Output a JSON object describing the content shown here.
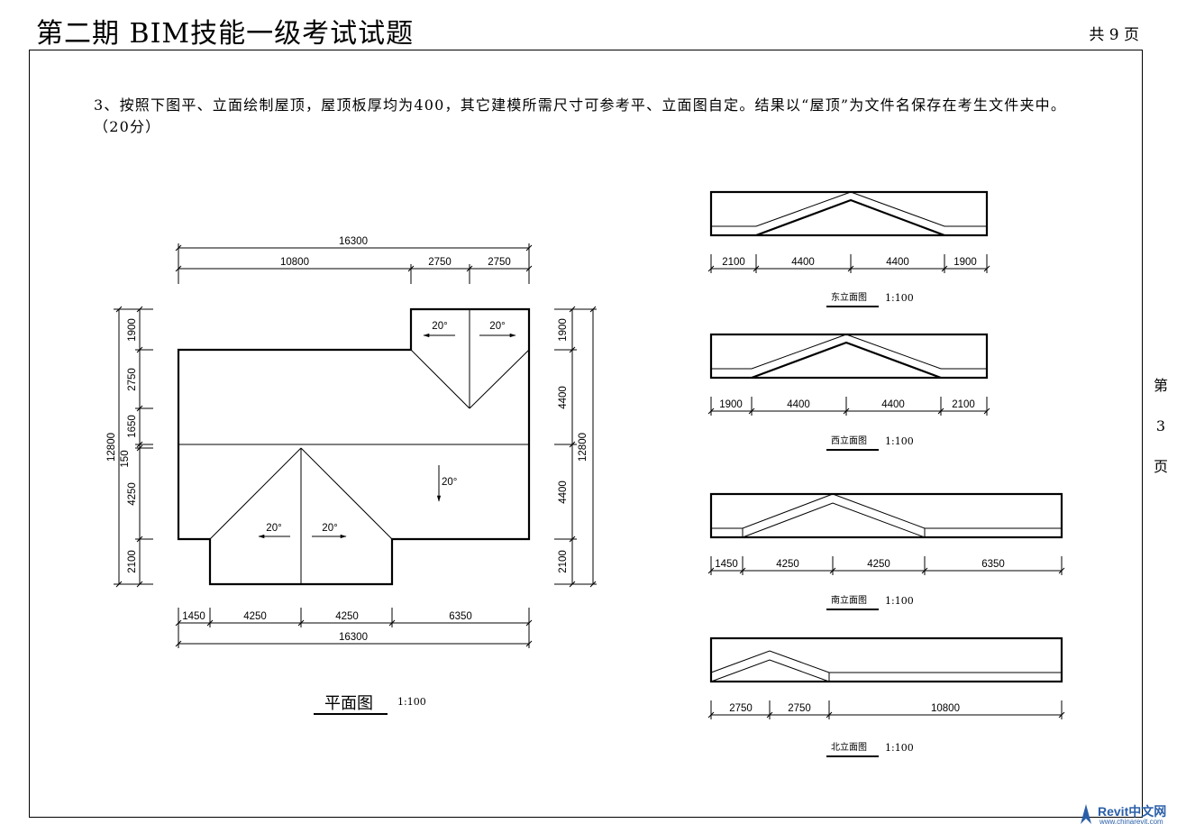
{
  "header": {
    "title": "第二期 BIM技能一级考试试题",
    "pages": "共 9 页"
  },
  "question": "3、按照下图平、立面绘制屋顶，屋顶板厚均为400，其它建模所需尺寸可参考平、立面图自定。结果以“屋顶”为文件名保存在考生文件夹中。（20分）",
  "side_page": [
    "第",
    "3",
    "页"
  ],
  "plan": {
    "title": "平面图",
    "scale": "1:100",
    "top_total": "16300",
    "top_dims": [
      "10800",
      "2750",
      "2750"
    ],
    "bottom_dims": [
      "1450",
      "4250",
      "4250",
      "6350"
    ],
    "bottom_total": "16300",
    "left_dims": [
      "1900",
      "2750",
      "1650",
      "150",
      "4250",
      "2100"
    ],
    "left_total": "12800",
    "right_dims": [
      "1900",
      "4400",
      "4400",
      "2100"
    ],
    "right_total": "12800",
    "slopes": [
      "20°",
      "20°",
      "20°",
      "20°",
      "20°"
    ]
  },
  "elevations": {
    "east": {
      "title": "东立面图",
      "scale": "1:100",
      "dims": [
        "2100",
        "4400",
        "4400",
        "1900"
      ]
    },
    "west": {
      "title": "西立面图",
      "scale": "1:100",
      "dims": [
        "1900",
        "4400",
        "4400",
        "2100"
      ]
    },
    "south": {
      "title": "南立面图",
      "scale": "1:100",
      "dims": [
        "1450",
        "4250",
        "4250",
        "6350"
      ]
    },
    "north": {
      "title": "北立面图",
      "scale": "1:100",
      "dims": [
        "2750",
        "2750",
        "10800"
      ]
    }
  },
  "logo": {
    "text": "Revit中文网",
    "url": "www.chinarevit.com"
  }
}
